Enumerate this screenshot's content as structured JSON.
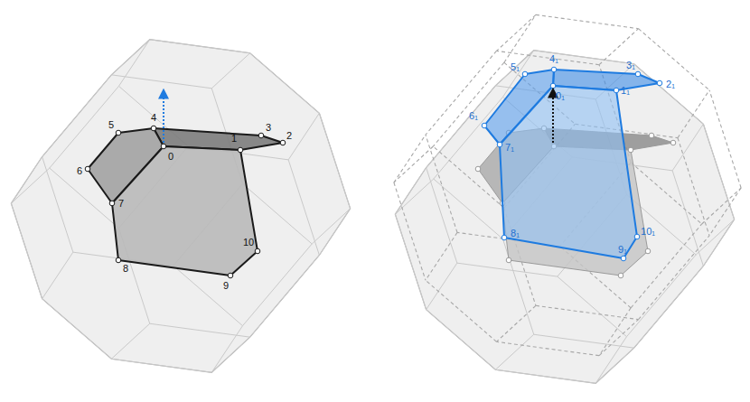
{
  "diagram": {
    "labels": [
      "0",
      "1",
      "2",
      "3",
      "4",
      "5",
      "6",
      "7",
      "8",
      "9",
      "10",
      "0₁",
      "1₁",
      "2₁",
      "3₁",
      "4₁",
      "5₁",
      "6₁",
      "7₁",
      "8₁",
      "9₁",
      "10₁"
    ]
  }
}
